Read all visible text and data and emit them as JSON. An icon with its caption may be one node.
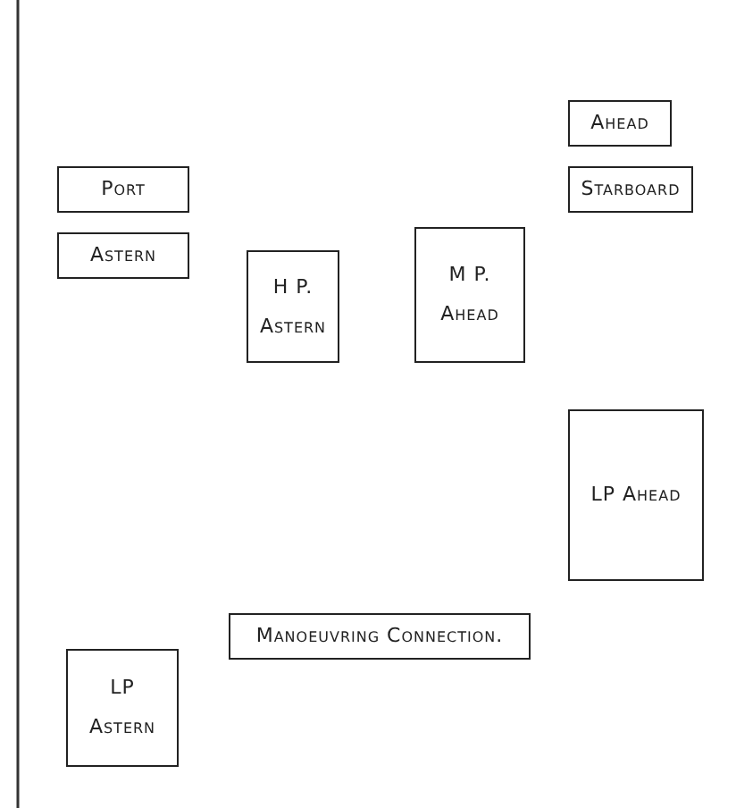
{
  "diagram": {
    "nodes": [
      {
        "text": [
          "Ahead"
        ]
      },
      {
        "text": [
          "Port"
        ]
      },
      {
        "text": [
          "Starboard"
        ]
      },
      {
        "text": [
          "Astern"
        ]
      },
      {
        "text": [
          "H P. Astern"
        ]
      },
      {
        "text": [
          "M P. Ahead"
        ]
      },
      {
        "text": [
          "LP Ahead"
        ]
      },
      {
        "text": [
          "Manoeuvring Connection."
        ]
      },
      {
        "text": [
          "LP Astern"
        ]
      }
    ]
  }
}
